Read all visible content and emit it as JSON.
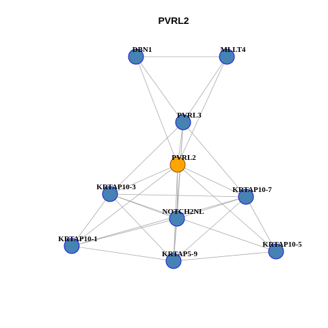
{
  "title": "PVRL2",
  "colors": {
    "node_fill": "#4682B4",
    "node_stroke": "#1a1acc",
    "focus_fill": "#FFA500",
    "focus_stroke": "#8B4513",
    "edge": "#a8a8a8"
  },
  "nodes": [
    {
      "id": "DBN1",
      "label": "DBN1",
      "focus": false
    },
    {
      "id": "MLLT4",
      "label": "MLLT4",
      "focus": false
    },
    {
      "id": "PVRL3",
      "label": "PVRL3",
      "focus": false
    },
    {
      "id": "PVRL2",
      "label": "PVRL2",
      "focus": true
    },
    {
      "id": "KRTAP10-3",
      "label": "KRTAP10-3",
      "focus": false
    },
    {
      "id": "KRTAP10-7",
      "label": "KRTAP10-7",
      "focus": false
    },
    {
      "id": "NOTCH2NL",
      "label": "NOTCH2NL",
      "focus": false
    },
    {
      "id": "KRTAP10-1",
      "label": "KRTAP10-1",
      "focus": false
    },
    {
      "id": "KRTAP5-9",
      "label": "KRTAP5-9",
      "focus": false
    },
    {
      "id": "KRTAP10-5",
      "label": "KRTAP10-5",
      "focus": false
    }
  ],
  "edges": [
    [
      "DBN1",
      "MLLT4"
    ],
    [
      "DBN1",
      "PVRL3"
    ],
    [
      "DBN1",
      "PVRL2"
    ],
    [
      "MLLT4",
      "PVRL3"
    ],
    [
      "MLLT4",
      "PVRL2"
    ],
    [
      "PVRL3",
      "PVRL2"
    ],
    [
      "PVRL3",
      "KRTAP10-3"
    ],
    [
      "PVRL3",
      "KRTAP10-7"
    ],
    [
      "PVRL3",
      "NOTCH2NL"
    ],
    [
      "PVRL3",
      "KRTAP5-9"
    ],
    [
      "PVRL2",
      "KRTAP10-3"
    ],
    [
      "PVRL2",
      "KRTAP10-7"
    ],
    [
      "PVRL2",
      "NOTCH2NL"
    ],
    [
      "PVRL2",
      "KRTAP10-1"
    ],
    [
      "PVRL2",
      "KRTAP5-9"
    ],
    [
      "PVRL2",
      "KRTAP10-5"
    ],
    [
      "KRTAP10-3",
      "KRTAP10-7"
    ],
    [
      "KRTAP10-3",
      "NOTCH2NL"
    ],
    [
      "KRTAP10-3",
      "KRTAP10-1"
    ],
    [
      "KRTAP10-3",
      "KRTAP5-9"
    ],
    [
      "KRTAP10-3",
      "KRTAP10-5"
    ],
    [
      "KRTAP10-7",
      "NOTCH2NL"
    ],
    [
      "KRTAP10-7",
      "KRTAP10-1"
    ],
    [
      "KRTAP10-7",
      "KRTAP5-9"
    ],
    [
      "KRTAP10-7",
      "KRTAP10-5"
    ],
    [
      "NOTCH2NL",
      "KRTAP10-1"
    ],
    [
      "NOTCH2NL",
      "KRTAP5-9"
    ],
    [
      "KRTAP10-1",
      "KRTAP5-9"
    ],
    [
      "KRTAP5-9",
      "KRTAP10-5"
    ]
  ]
}
